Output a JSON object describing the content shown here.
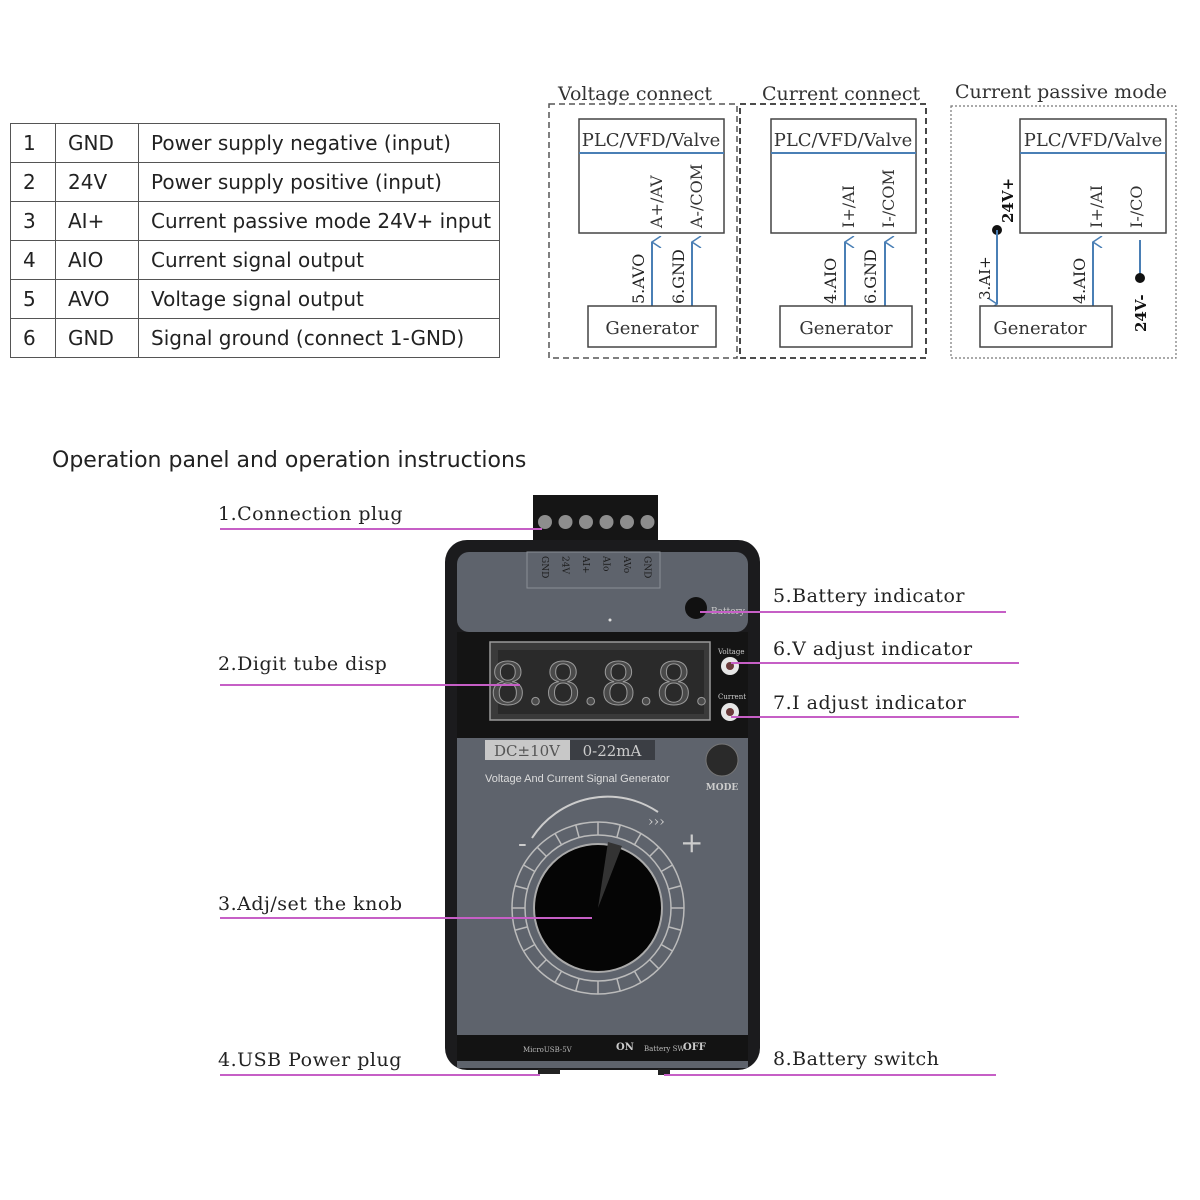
{
  "pin_table": {
    "rows": [
      {
        "no": "1",
        "name": "GND",
        "desc": "Power supply negative (input)"
      },
      {
        "no": "2",
        "name": "24V",
        "desc": "Power supply positive (input)"
      },
      {
        "no": "3",
        "name": "AI+",
        "desc": "Current passive mode 24V+ input"
      },
      {
        "no": "4",
        "name": "AIO",
        "desc": "Current signal output"
      },
      {
        "no": "5",
        "name": "AVO",
        "desc": "Voltage signal output"
      },
      {
        "no": "6",
        "name": "GND",
        "desc": "Signal ground (connect 1-GND)"
      }
    ]
  },
  "wiring": {
    "voltage": {
      "title": "Voltage connect",
      "device": "PLC/VFD/Valve",
      "term1": "A+/AV",
      "term2": "A-/COM",
      "wire1": "5.AVO",
      "wire2": "6.GND",
      "generator": "Generator"
    },
    "current": {
      "title": "Current connect",
      "device": "PLC/VFD/Valve",
      "term1": "I+/AI",
      "term2": "I-/COM",
      "wire1": "4.AIO",
      "wire2": "6.GND",
      "generator": "Generator"
    },
    "passive": {
      "title": "Current passive mode",
      "device": "PLC/VFD/Valve",
      "term1": "I+/AI",
      "term2": "I-/CO",
      "wire_ai": "3.AI+",
      "supply_pos": "24V+",
      "wire1": "4.AIO",
      "supply_neg": "24V-",
      "generator": "Generator"
    },
    "wire_color": "#4a7fb5"
  },
  "panel": {
    "title": "Operation panel and operation instructions",
    "callouts": {
      "c1": "1.Connection plug",
      "c2": "2.Digit tube disp",
      "c3": "3.Adj/set the knob",
      "c4": "4.USB Power plug",
      "c5": "5.Battery indicator",
      "c6": "6.V adjust indicator",
      "c7": "7.I adjust indicator",
      "c8": "8.Battery switch"
    },
    "callout_line_color": "#c65fc6",
    "device": {
      "terminal_labels": [
        "GND",
        "24V",
        "AI+",
        "AIo",
        "AVo",
        "GND"
      ],
      "battery_label": "Battery",
      "display_digits": "8.8.8.8.",
      "voltage_label": "Voltage",
      "current_label": "Current",
      "range_v": "DC±10V",
      "range_i": "0-22mA",
      "product_name": "Voltage And Current Signal Generator",
      "mode_label": "MODE",
      "minus": "-",
      "plus": "+",
      "usb_label": "MicroUSB-5V",
      "switch_on": "ON",
      "switch_name": "Battery SW",
      "switch_off": "OFF"
    }
  }
}
